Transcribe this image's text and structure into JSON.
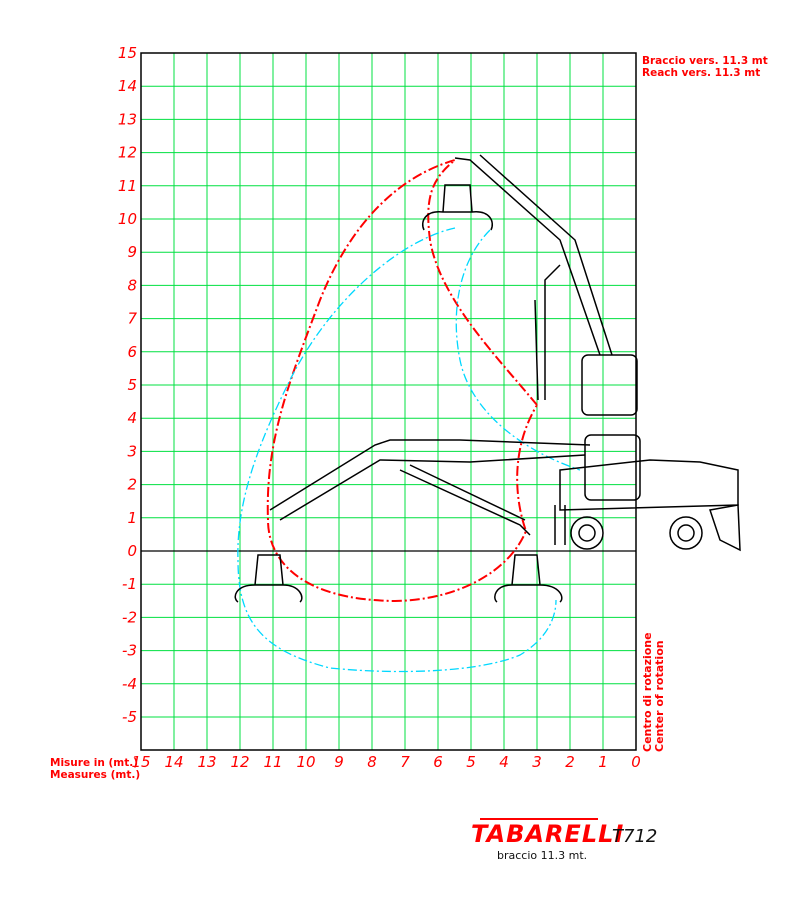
{
  "header_note": {
    "line1": "Braccio vers. 11.3 mt",
    "line2": "Reach vers. 11.3 mt"
  },
  "axis_label": {
    "line1": "Misure in (mt.)",
    "line2": "Measures (mt.)"
  },
  "rotation_label": {
    "line1": "Centro di rotazione",
    "line2": "Center of rotation"
  },
  "x_ticks": [
    "15",
    "14",
    "13",
    "12",
    "11",
    "10",
    "9",
    "8",
    "7",
    "6",
    "5",
    "4",
    "3",
    "2",
    "1",
    "0"
  ],
  "y_ticks": [
    "15",
    "14",
    "13",
    "12",
    "11",
    "10",
    "9",
    "8",
    "7",
    "6",
    "5",
    "4",
    "3",
    "2",
    "1",
    "0",
    "-1",
    "-2",
    "-3",
    "-4",
    "-5"
  ],
  "brand": {
    "name": "TABARELLI",
    "model": "T712",
    "subtitle": "braccio 11.3 mt."
  },
  "colors": {
    "grid": "#00e040",
    "ticks": "#ff0000",
    "outer_envelope": "#ff0000",
    "inner_envelope": "#00d8ff"
  }
}
